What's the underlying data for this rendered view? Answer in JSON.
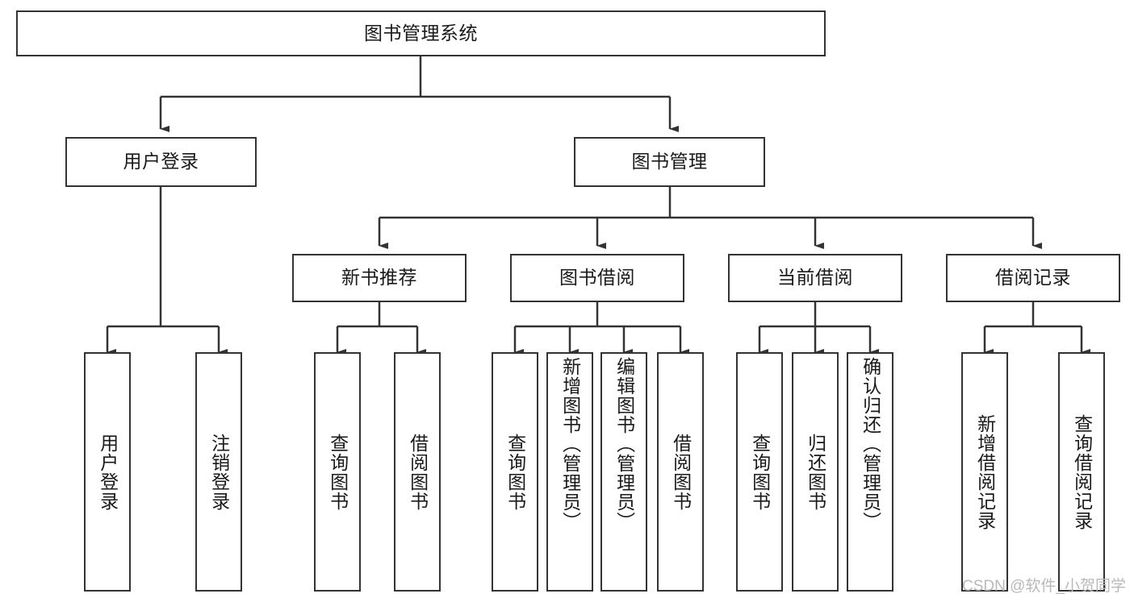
{
  "diagram": {
    "title": "图书管理系统",
    "type": "tree-hierarchy-diagram",
    "watermark": "CSDN @软件_小贺同学",
    "colors": {
      "background": "#ffffff",
      "box_border": "#333333",
      "box_fill": "#ffffff",
      "connector": "#333333",
      "text": "#1a1a1a",
      "watermark": "#b9b9b9"
    },
    "levels": {
      "root": {
        "label": "图书管理系统"
      },
      "level2": [
        {
          "label": "用户登录"
        },
        {
          "label": "图书管理"
        }
      ],
      "level3": [
        {
          "label": "新书推荐"
        },
        {
          "label": "图书借阅"
        },
        {
          "label": "当前借阅"
        },
        {
          "label": "借阅记录"
        }
      ],
      "leaves": {
        "user_login": [
          {
            "label": "用户登录"
          },
          {
            "label": "注销登录"
          }
        ],
        "new_book_recommend": [
          {
            "label": "查询图书"
          },
          {
            "label": "借阅图书"
          }
        ],
        "book_borrow": [
          {
            "label": "查询图书"
          },
          {
            "label": "新增图书（管理员）"
          },
          {
            "label": "编辑图书（管理员）"
          },
          {
            "label": "借阅图书"
          }
        ],
        "current_borrow": [
          {
            "label": "查询图书"
          },
          {
            "label": "归还图书"
          },
          {
            "label": "确认归还（管理员）"
          }
        ],
        "borrow_record": [
          {
            "label": "新增借阅记录"
          },
          {
            "label": "查询借阅记录"
          }
        ]
      }
    }
  }
}
